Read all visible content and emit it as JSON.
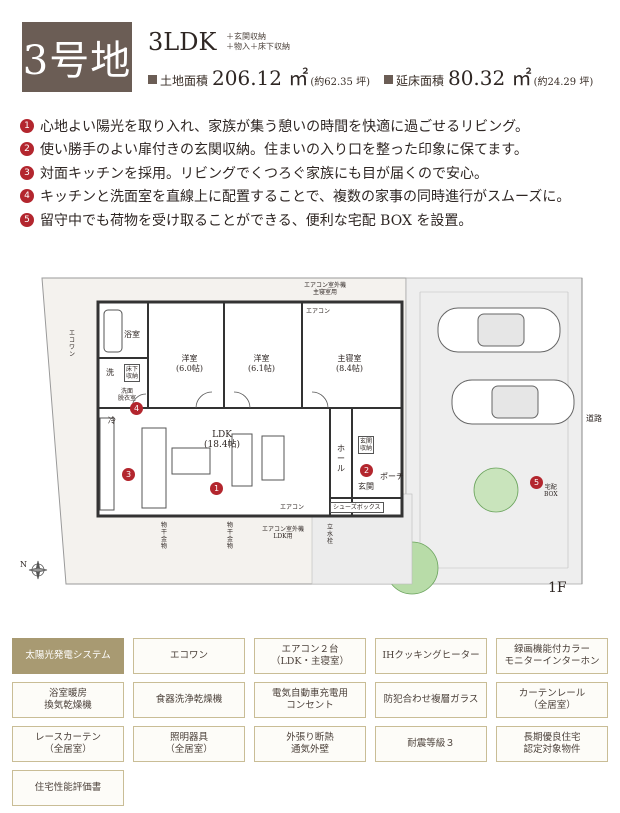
{
  "header": {
    "lot": "3号地",
    "plan": "3LDK",
    "plan_notes": [
      "＋玄関収納",
      "＋物入＋床下収納"
    ],
    "land_label": "土地面積",
    "land_value": "206.12 ㎡",
    "land_tsubo": "(約62.35 坪)",
    "floor_label": "延床面積",
    "floor_value": "80.32 ㎡",
    "floor_tsubo": "(約24.29 坪)"
  },
  "features": [
    {
      "num": "1",
      "text": "心地よい陽光を取り入れ、家族が集う憩いの時間を快適に過ごせるリビング。"
    },
    {
      "num": "2",
      "text": "使い勝手のよい扉付きの玄関収納。住まいの入り口を整った印象に保てます。"
    },
    {
      "num": "3",
      "text": "対面キッチンを採用。リビングでくつろぐ家族にも目が届くので安心。"
    },
    {
      "num": "4",
      "text": "キッチンと洗面室を直線上に配置することで、複数の家事の同時進行がスムーズに。"
    },
    {
      "num": "5",
      "text": "留守中でも荷物を受け取ることができる、便利な宅配 BOX を設置。"
    }
  ],
  "floorplan": {
    "rooms": {
      "bath": "浴室",
      "western1": "洋室\n(6.0帖)",
      "western2": "洋室\n(6.1帖)",
      "master": "主寝室\n(8.4帖)",
      "laundry": "洗",
      "underfloor": "床下\n収納",
      "washroom": "洗面\n脱衣室",
      "fridge": "冷",
      "ldk": "LDK\n(18.4帖)",
      "hall": "ホール",
      "entrance_storage": "玄関\n収納",
      "entrance": "玄関",
      "porch": "ポーチ",
      "shoebox": "シューズボックス",
      "delivery_box": "宅配\nBOX"
    },
    "labels": {
      "ac_outdoor_master": "エアコン室外機\n主寝室用",
      "ac_outdoor_ldk": "エアコン室外機\nLDK用",
      "ecoone": "エコワン",
      "aircon": "エアコン",
      "storage1": "物干金物",
      "storage2": "物干金物",
      "faucet": "立水栓",
      "road": "道路",
      "north": "N"
    },
    "markers": [
      "1",
      "2",
      "3",
      "4",
      "5"
    ],
    "floor": "1F"
  },
  "specs": [
    {
      "label": "太陽光発電システム",
      "active": true
    },
    {
      "label": "エコワン",
      "active": false
    },
    {
      "label": "エアコン２台\n（LDK・主寝室）",
      "active": false
    },
    {
      "label": "IHクッキングヒーター",
      "active": false
    },
    {
      "label": "録画機能付カラー\nモニターインターホン",
      "active": false
    },
    {
      "label": "浴室暖房\n換気乾燥機",
      "active": false
    },
    {
      "label": "食器洗浄乾燥機",
      "active": false
    },
    {
      "label": "電気自動車充電用\nコンセント",
      "active": false
    },
    {
      "label": "防犯合わせ複層ガラス",
      "active": false
    },
    {
      "label": "カーテンレール\n（全居室）",
      "active": false
    },
    {
      "label": "レースカーテン\n（全居室）",
      "active": false
    },
    {
      "label": "照明器具\n（全居室）",
      "active": false
    },
    {
      "label": "外張り断熱\n通気外壁",
      "active": false
    },
    {
      "label": "耐震等級３",
      "active": false
    },
    {
      "label": "長期優良住宅\n認定対象物件",
      "active": false
    },
    {
      "label": "住宅性能評価書",
      "active": false
    }
  ],
  "colors": {
    "badge": "#6b5d55",
    "accent_red": "#b3262e",
    "spec_active": "#a89a72",
    "spec_border": "#c9bd96"
  }
}
